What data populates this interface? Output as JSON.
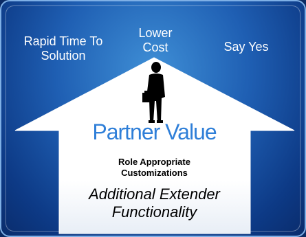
{
  "top_labels": {
    "rapid": "Rapid Time To Solution",
    "lower": "Lower Cost",
    "say_yes": "Say Yes"
  },
  "house": {
    "title": "Partner Value",
    "subtitle": "Role Appropriate Customizations",
    "footer": "Additional Extender Functionality"
  },
  "icons": {
    "person": "businessman-silhouette-icon"
  },
  "colors": {
    "background": "#1f5fb3",
    "title": "#2f7fd8",
    "house_fill": "#ffffff"
  }
}
